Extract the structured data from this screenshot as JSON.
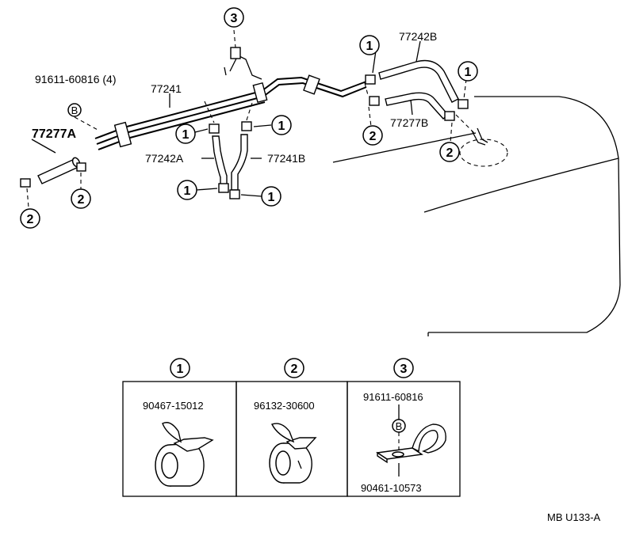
{
  "labels": {
    "p_91611_60816_4": "91611-60816 (4)",
    "p_77241": "77241",
    "p_77277A": "77277A",
    "p_77242A": "77242A",
    "p_77241B": "77241B",
    "p_77242B": "77242B",
    "p_77277B": "77277B",
    "b_marker": "B",
    "diagram_code": "MB U133-A"
  },
  "callouts": {
    "c1": "1",
    "c2": "2",
    "c3": "3"
  },
  "legend": {
    "box1": {
      "number": "1",
      "part": "90467-15012"
    },
    "box2": {
      "number": "2",
      "part": "96132-30600"
    },
    "box3": {
      "number": "3",
      "part_top": "91611-60816",
      "marker": "B",
      "part_bottom": "90461-10573"
    }
  }
}
